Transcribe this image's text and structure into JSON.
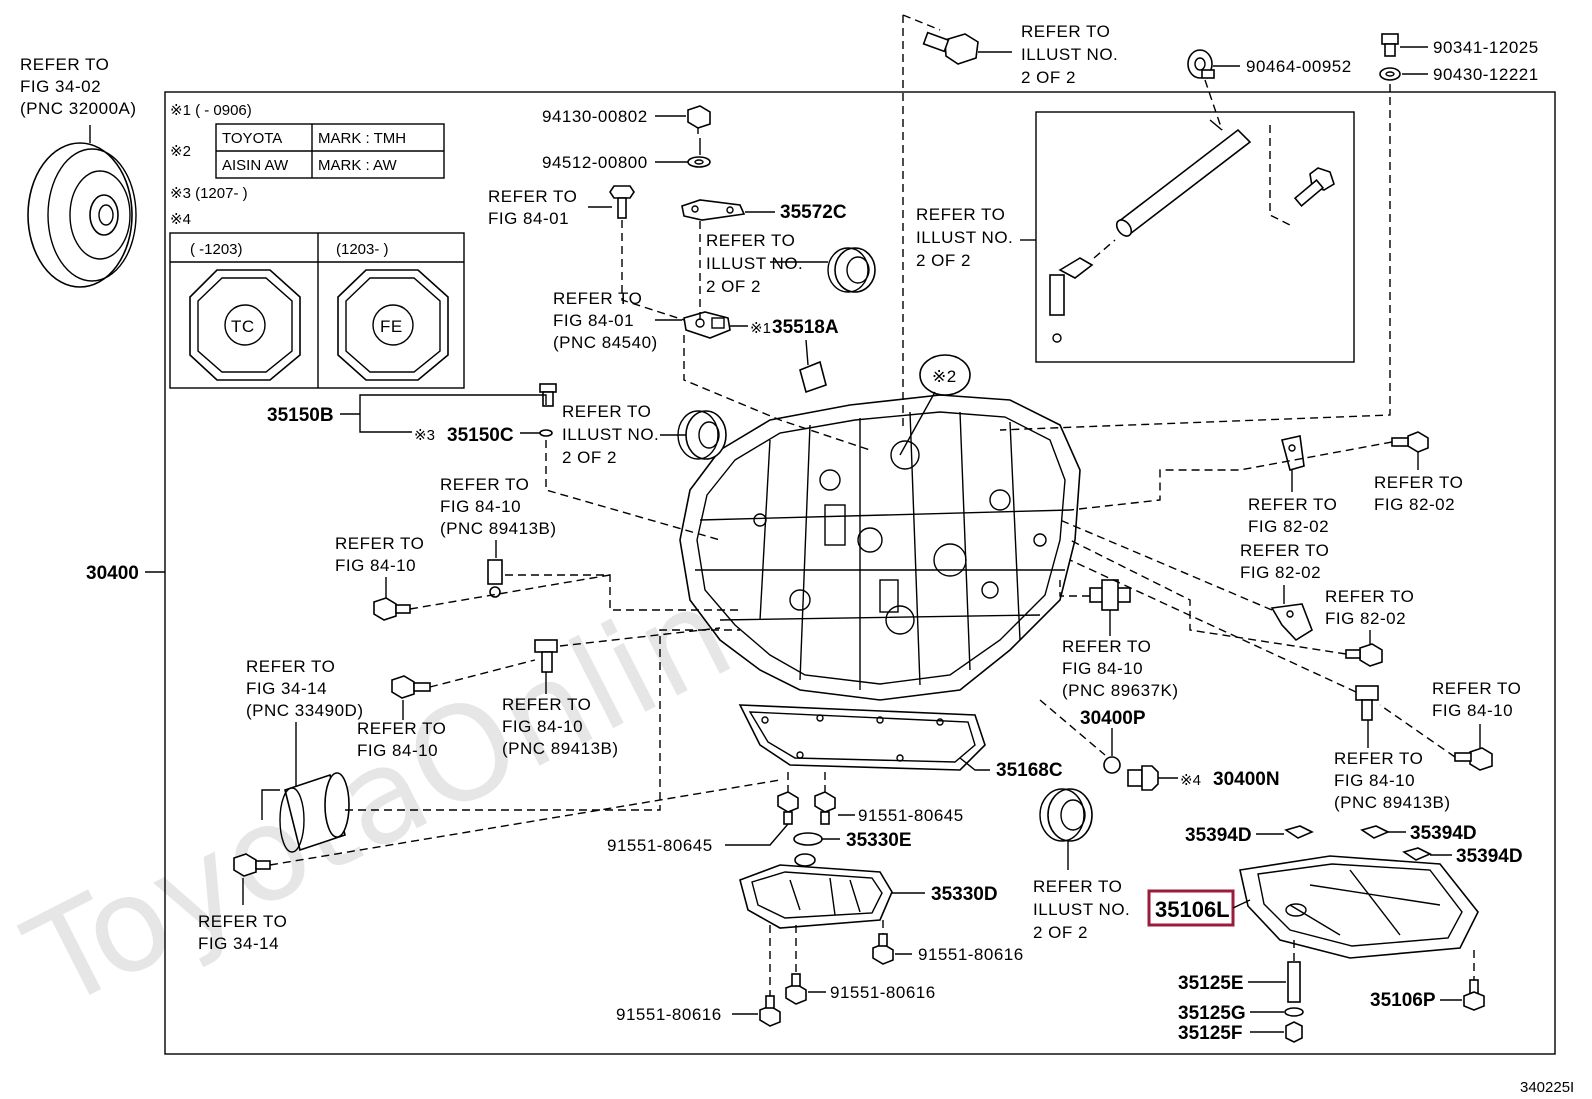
{
  "watermark": "ToyotaOnline.ru",
  "figure_number": "340225I",
  "main_assembly": "30400",
  "legend": {
    "note1": "※1 (      - 0906)",
    "note2_label": "※2",
    "mark_table": [
      {
        "maker": "TOYOTA",
        "mark": "MARK : TMH"
      },
      {
        "maker": "AISIN AW",
        "mark": "MARK : AW"
      }
    ],
    "note3": "※3 (1207-    )",
    "note4": "※4",
    "cap_table": [
      {
        "range": "(      -1203)",
        "code": "TC"
      },
      {
        "range": "(1203-      )",
        "code": "FE"
      }
    ]
  },
  "highlighted_part": "35106L",
  "part_numbers": {
    "p94130": "94130-00802",
    "p94512": "94512-00800",
    "p35572C": "35572C",
    "p35518A": "35518A",
    "p35150B": "35150B",
    "p35150C": "35150C",
    "p90464": "90464-00952",
    "p90341": "90341-12025",
    "p90430": "90430-12221",
    "p35168C": "35168C",
    "p30400P": "30400P",
    "p30400N": "30400N",
    "p91551_645a": "91551-80645",
    "p91551_645b": "91551-80645",
    "p35330E": "35330E",
    "p35330D": "35330D",
    "p91551_616a": "91551-80616",
    "p91551_616b": "91551-80616",
    "p91551_616c": "91551-80616",
    "p35394D_a": "35394D",
    "p35394D_b": "35394D",
    "p35394D_c": "35394D",
    "p35125E": "35125E",
    "p35125G": "35125G",
    "p35125F": "35125F",
    "p35106P": "35106P",
    "mark1": "※1",
    "mark2": "※2",
    "mark3": "※3",
    "mark4": "※4"
  },
  "refs": {
    "r_torque": [
      "REFER TO",
      "FIG 34-02",
      "(PNC 32000A)"
    ],
    "r_illust_top": [
      "REFER TO",
      "ILLUST NO.",
      "2 OF 2"
    ],
    "r_illust_mid": [
      "REFER TO",
      "ILLUST NO.",
      "2 OF 2"
    ],
    "r_illust_seal": [
      "REFER TO",
      "ILLUST NO.",
      "2 OF 2"
    ],
    "r_illust_left": [
      "REFER TO",
      "ILLUST NO.",
      "2 OF 2"
    ],
    "r_illust_bottom": [
      "REFER TO",
      "ILLUST NO.",
      "2 OF 2"
    ],
    "r_8401a": [
      "REFER TO",
      "FIG 84-01"
    ],
    "r_8401b": [
      "REFER TO",
      "FIG 84-01",
      "(PNC 84540)"
    ],
    "r_8410a": [
      "REFER TO",
      "FIG 84-10",
      "(PNC 89413B)"
    ],
    "r_8410b": [
      "REFER TO",
      "FIG 84-10"
    ],
    "r_8410c": [
      "REFER TO",
      "FIG 84-10"
    ],
    "r_8410d": [
      "REFER TO",
      "FIG 84-10",
      "(PNC 89413B)"
    ],
    "r_8410e": [
      "REFER TO",
      "FIG 84-10",
      "(PNC 89637K)"
    ],
    "r_8410f": [
      "REFER TO",
      "FIG 84-10"
    ],
    "r_8410g": [
      "REFER TO",
      "FIG 84-10",
      "(PNC 89413B)"
    ],
    "r_3414a": [
      "REFER TO",
      "FIG 34-14",
      "(PNC 33490D)"
    ],
    "r_3414b": [
      "REFER TO",
      "FIG 34-14"
    ],
    "r_8202a": [
      "REFER TO",
      "FIG 82-02"
    ],
    "r_8202b": [
      "REFER TO",
      "FIG 82-02"
    ],
    "r_8202c": [
      "REFER TO",
      "FIG 82-02"
    ],
    "r_8202d": [
      "REFER TO",
      "FIG 82-02"
    ]
  }
}
